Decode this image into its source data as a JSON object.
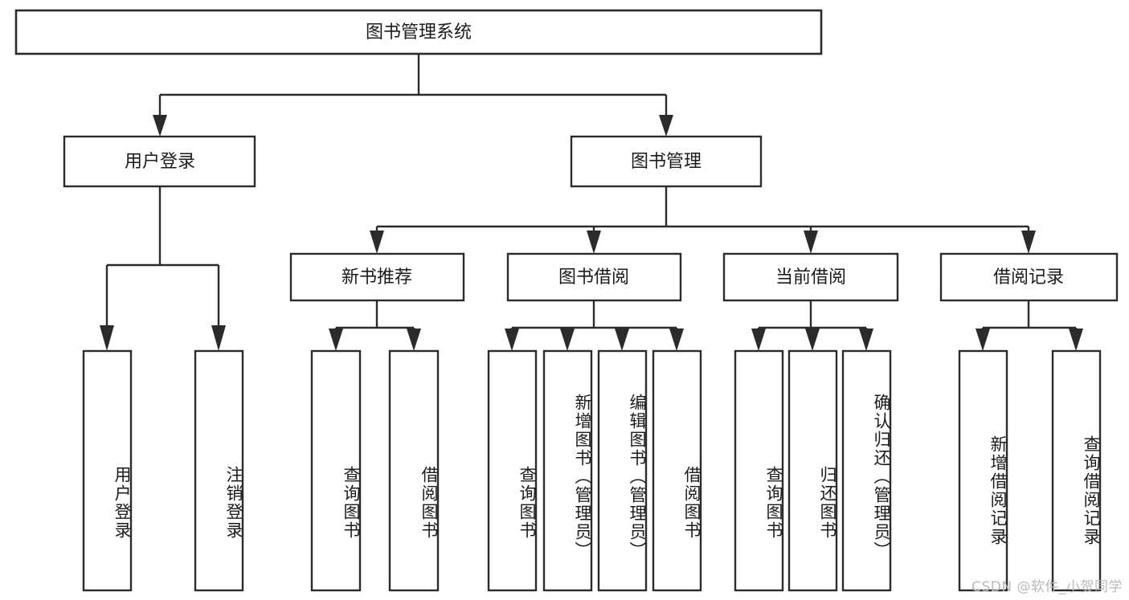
{
  "diagram": {
    "title": "图书管理系统",
    "type": "tree",
    "orientation": "top-down",
    "colors": {
      "stroke": "#2b2b2b",
      "fill": "#ffffff",
      "text": "#1b1b1b",
      "background": "#ffffff",
      "watermark": "#b9b9b9"
    },
    "root": {
      "label": "图书管理系统",
      "children": [
        {
          "label": "用户登录",
          "children": [
            {
              "label": "用户登录"
            },
            {
              "label": "注销登录"
            }
          ]
        },
        {
          "label": "图书管理",
          "children": [
            {
              "label": "新书推荐",
              "children": [
                {
                  "label": "查询图书"
                },
                {
                  "label": "借阅图书"
                }
              ]
            },
            {
              "label": "图书借阅",
              "children": [
                {
                  "label": "查询图书"
                },
                {
                  "label": "新增图书（管理员）"
                },
                {
                  "label": "编辑图书（管理员）"
                },
                {
                  "label": "借阅图书"
                }
              ]
            },
            {
              "label": "当前借阅",
              "children": [
                {
                  "label": "查询图书"
                },
                {
                  "label": "归还图书"
                },
                {
                  "label": "确认归还（管理员）"
                }
              ]
            },
            {
              "label": "借阅记录",
              "children": [
                {
                  "label": "新增借阅记录"
                },
                {
                  "label": "查询借阅记录"
                }
              ]
            }
          ]
        }
      ]
    },
    "nodes": {
      "root": "图书管理系统",
      "l2_user_login": "用户登录",
      "l2_book_mgmt": "图书管理",
      "l3_new_book": "新书推荐",
      "l3_borrow": "图书借阅",
      "l3_current": "当前借阅",
      "l3_record": "借阅记录",
      "leaf_user_login": "用户登录",
      "leaf_logout": "注销登录",
      "leaf_nb_query": "查询图书",
      "leaf_nb_borrow": "借阅图书",
      "leaf_bw_query": "查询图书",
      "leaf_bw_add": "新增图书（管理员）",
      "leaf_bw_edit": "编辑图书（管理员）",
      "leaf_bw_borrow": "借阅图书",
      "leaf_cur_query": "查询图书",
      "leaf_cur_return": "归还图书",
      "leaf_cur_confirm": "确认归还（管理员）",
      "leaf_rec_add": "新增借阅记录",
      "leaf_rec_query": "查询借阅记录"
    }
  },
  "watermark": {
    "text": "CSDN @软件_小贺同学"
  }
}
